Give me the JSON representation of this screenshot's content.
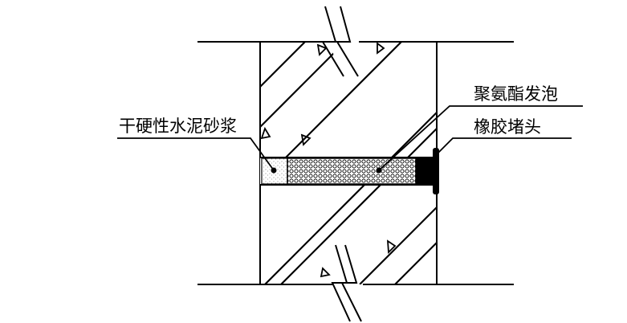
{
  "labels": {
    "mortar": "干硬性水泥砂浆",
    "foam": "聚氨酯发泡",
    "rubber_plug": "橡胶堵头"
  }
}
